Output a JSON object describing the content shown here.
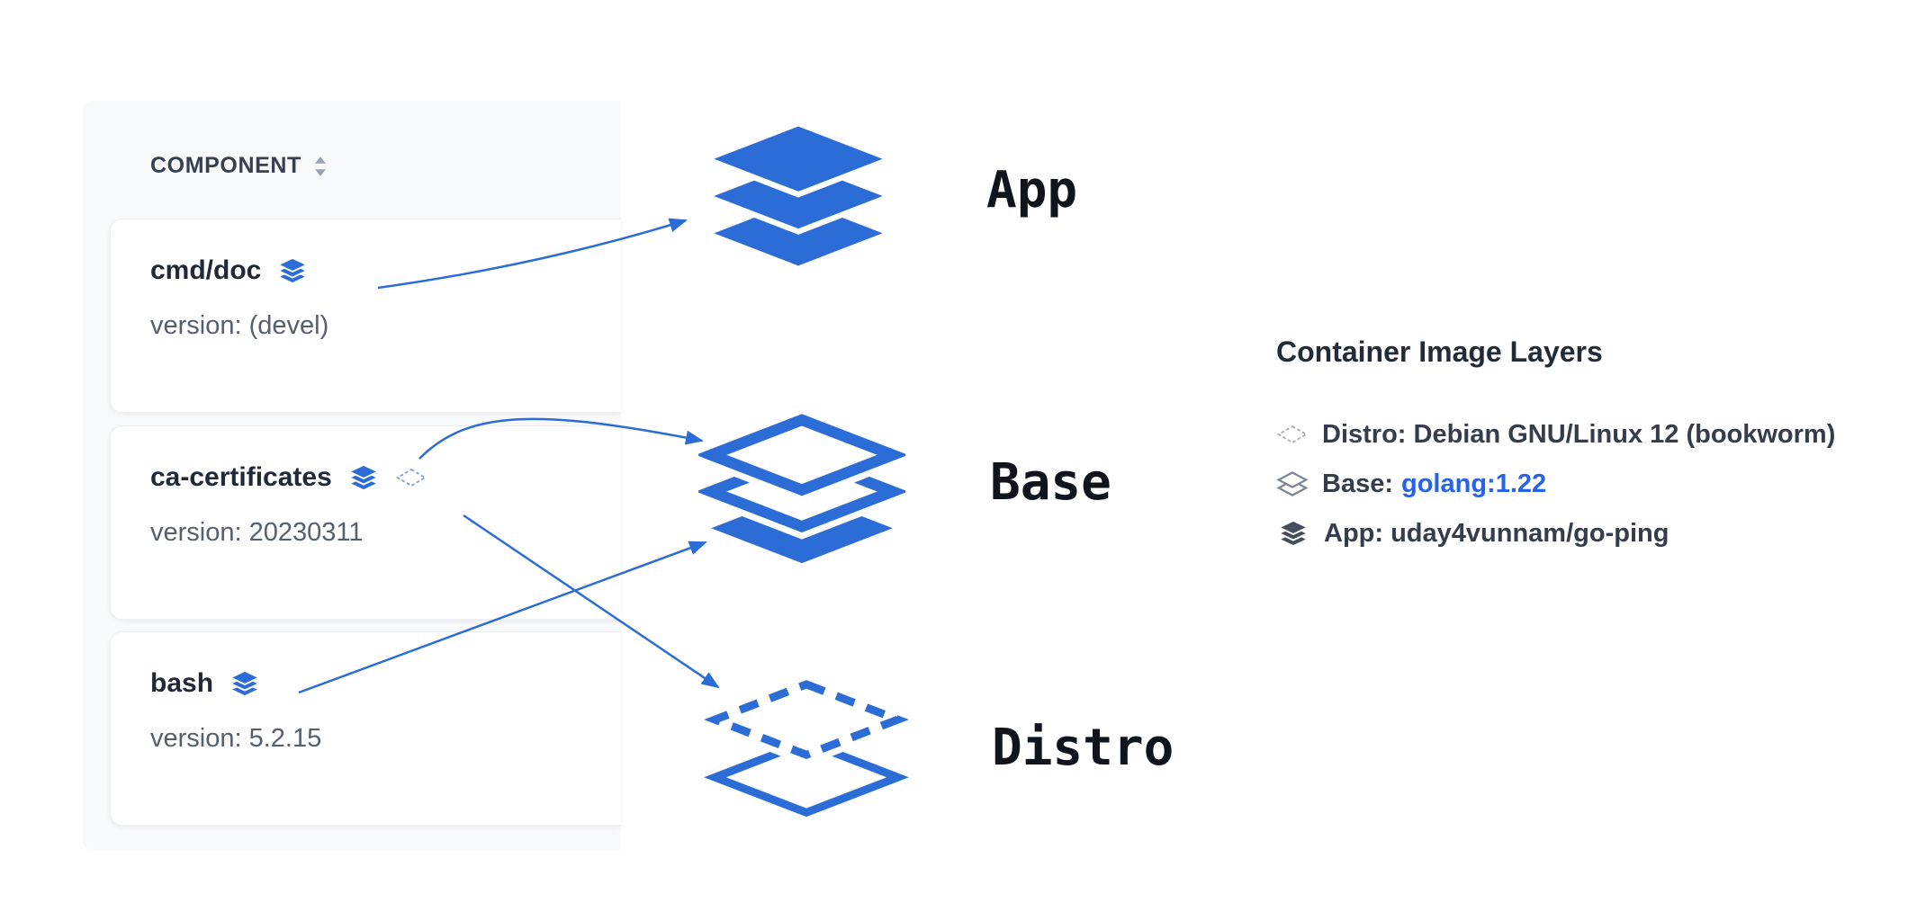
{
  "colors": {
    "accent_blue": "#2c6cd6",
    "link_blue": "#2563eb",
    "panel_bg": "#f8f9fb",
    "card_bg": "#ffffff",
    "text_dark": "#1f2937",
    "text_secondary": "#555f6e",
    "legend_icon_gray": "#7a8494"
  },
  "component_table": {
    "header": "COMPONENT",
    "sort_icon": "sort-updown-icon",
    "rows": [
      {
        "name": "cmd/doc",
        "version": "version: (devel)",
        "icons": [
          "layers-solid-icon"
        ]
      },
      {
        "name": "ca-certificates",
        "version": "version: 20230311",
        "icons": [
          "layers-solid-icon",
          "diamond-dashed-icon"
        ]
      },
      {
        "name": "bash",
        "version": "version: 5.2.15",
        "icons": [
          "layers-solid-icon"
        ]
      }
    ]
  },
  "layer_stacks": [
    {
      "label": "App",
      "style": "solid"
    },
    {
      "label": "Base",
      "style": "outline"
    },
    {
      "label": "Distro",
      "style": "dashed"
    }
  ],
  "arrows": [
    {
      "from": "cmd/doc",
      "to": "App"
    },
    {
      "from": "ca-certificates",
      "to": "Base"
    },
    {
      "from": "ca-certificates",
      "to": "Distro"
    },
    {
      "from": "bash",
      "to": "Base"
    }
  ],
  "legend": {
    "title": "Container Image Layers",
    "items": [
      {
        "icon": "diamond-dashed-icon",
        "text": "Distro: Debian GNU/Linux 12 (bookworm)"
      },
      {
        "icon": "layers-outline-icon",
        "text_prefix": "Base: ",
        "link_text": "golang:1.22"
      },
      {
        "icon": "layers-solid-icon",
        "text": "App: uday4vunnam/go-ping"
      }
    ]
  }
}
